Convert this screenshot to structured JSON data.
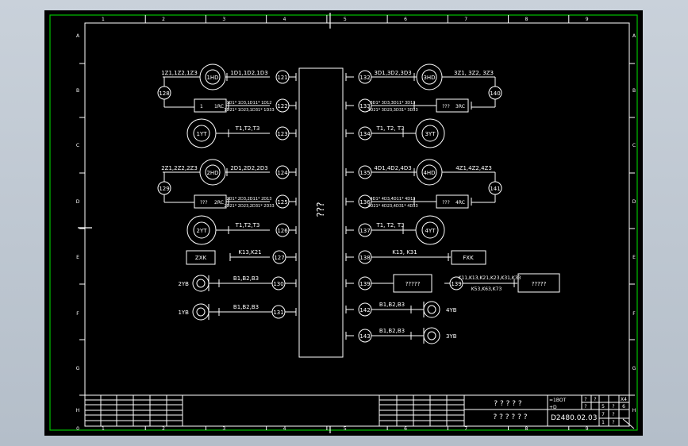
{
  "colors": {
    "frame": "#00c000",
    "line": "#ffffff",
    "bg": "#000000"
  },
  "zone_columns": [
    "1",
    "2",
    "3",
    "4",
    "5",
    "6",
    "7",
    "8",
    "9"
  ],
  "zone_rows": [
    "A",
    "B",
    "C",
    "D",
    "E",
    "F",
    "G",
    "H"
  ],
  "bottom_row_label": "0",
  "center_box": {
    "label": "???"
  },
  "left_rows": [
    {
      "id": "r1",
      "node": "128",
      "node2": "121",
      "text_top": "1Z1,1Z2,1Z3",
      "label_mid": "1D1,1D2,1D3",
      "device": "1HD",
      "kind": "motor"
    },
    {
      "id": "r2",
      "node": "122",
      "label_top": "1D1*  1D3,1D11*  1D12",
      "label_bot": "1D21*  1D23,1D31*  1D33",
      "box_left": "1",
      "box_right": "1RC",
      "kind": "resistor"
    },
    {
      "id": "r3",
      "node": "123",
      "label_mid": "T1,T2,T3",
      "device": "1YT",
      "kind": "solenoid"
    },
    {
      "id": "r4",
      "node": "129",
      "node2": "124",
      "text_top": "2Z1,2Z2,2Z3",
      "label_mid": "2D1,2D2,2D3",
      "device": "2HD",
      "kind": "motor"
    },
    {
      "id": "r5",
      "node": "125",
      "label_top": "2D1*  2D3,2D11*  2D13",
      "label_bot": "2D21*  2D23,2D31*  2D33",
      "box_left": "???",
      "box_right": "2RC",
      "kind": "resistor"
    },
    {
      "id": "r6",
      "node": "126",
      "label_mid": "T1,T2,T3",
      "device": "2YT",
      "kind": "solenoid"
    },
    {
      "id": "r7",
      "node": "127",
      "label_mid": "K13,K21",
      "box": "ZXK",
      "kind": "box"
    },
    {
      "id": "r8",
      "node": "130",
      "label_mid": "B1,B2,B3",
      "device": "2YB",
      "kind": "brake"
    },
    {
      "id": "r9",
      "node": "131",
      "label_mid": "B1,B2,B3",
      "device": "1YB",
      "kind": "brake"
    }
  ],
  "right_rows": [
    {
      "id": "s1",
      "node": "132",
      "node2": "140",
      "label_mid": "3D1,3D2,3D3",
      "text_top": "3Z1,  3Z2,  3Z3",
      "device": "3HD",
      "kind": "motor"
    },
    {
      "id": "s2",
      "node": "133",
      "label_top": "3D1*  3D3,3D11*  3D13",
      "label_bot": "3D21*  3D23,3D31*  3D33",
      "box_left": "???",
      "box_right": "3RC",
      "kind": "resistor"
    },
    {
      "id": "s3",
      "node": "134",
      "label_mid": "T1,  T2,  T3",
      "device": "3YT",
      "kind": "solenoid"
    },
    {
      "id": "s4",
      "node": "135",
      "node2": "141",
      "label_mid": "4D1,4D2,4D3",
      "text_top": "4Z1,4Z2,4Z3",
      "device": "4HD",
      "kind": "motor"
    },
    {
      "id": "s5",
      "node": "136",
      "label_top": "4D1*  4D3,4D11*  4D13",
      "label_bot": "4D21*  4D23,4D31*  4D33",
      "box_left": "???",
      "box_right": "4RC",
      "kind": "resistor"
    },
    {
      "id": "s6",
      "node": "137",
      "label_mid": "T1,  T2,  T3",
      "device": "4YT",
      "kind": "solenoid"
    },
    {
      "id": "s7",
      "node": "138",
      "label_mid": "K13,  K31",
      "box": "FXK",
      "kind": "box"
    },
    {
      "id": "s8",
      "node": "139",
      "node2": "139",
      "box": "?????",
      "box2": "?????",
      "label_top2": "K11,K13,K21,K23,K31,K33",
      "label_bot2": "K53,K63,K73",
      "kind": "double"
    },
    {
      "id": "s9",
      "node": "142",
      "label_mid": "B1,B2,B3",
      "device": "4YB",
      "kind": "brake"
    },
    {
      "id": "s10",
      "node": "143",
      "label_mid": "B1,B2,B3",
      "device": "3YB",
      "kind": "brake"
    }
  ],
  "title_block": {
    "title_top": "? ? ? ? ?",
    "title_bottom": "? ? ? ? ? ?",
    "code_top1": "=1BOT",
    "code_top2": "+D",
    "drawing_no": "D2480.02.03",
    "sheet_cells": [
      "?",
      "?",
      "X4",
      "?",
      "5",
      "?",
      "6",
      "7",
      "?",
      "1",
      "?"
    ]
  }
}
